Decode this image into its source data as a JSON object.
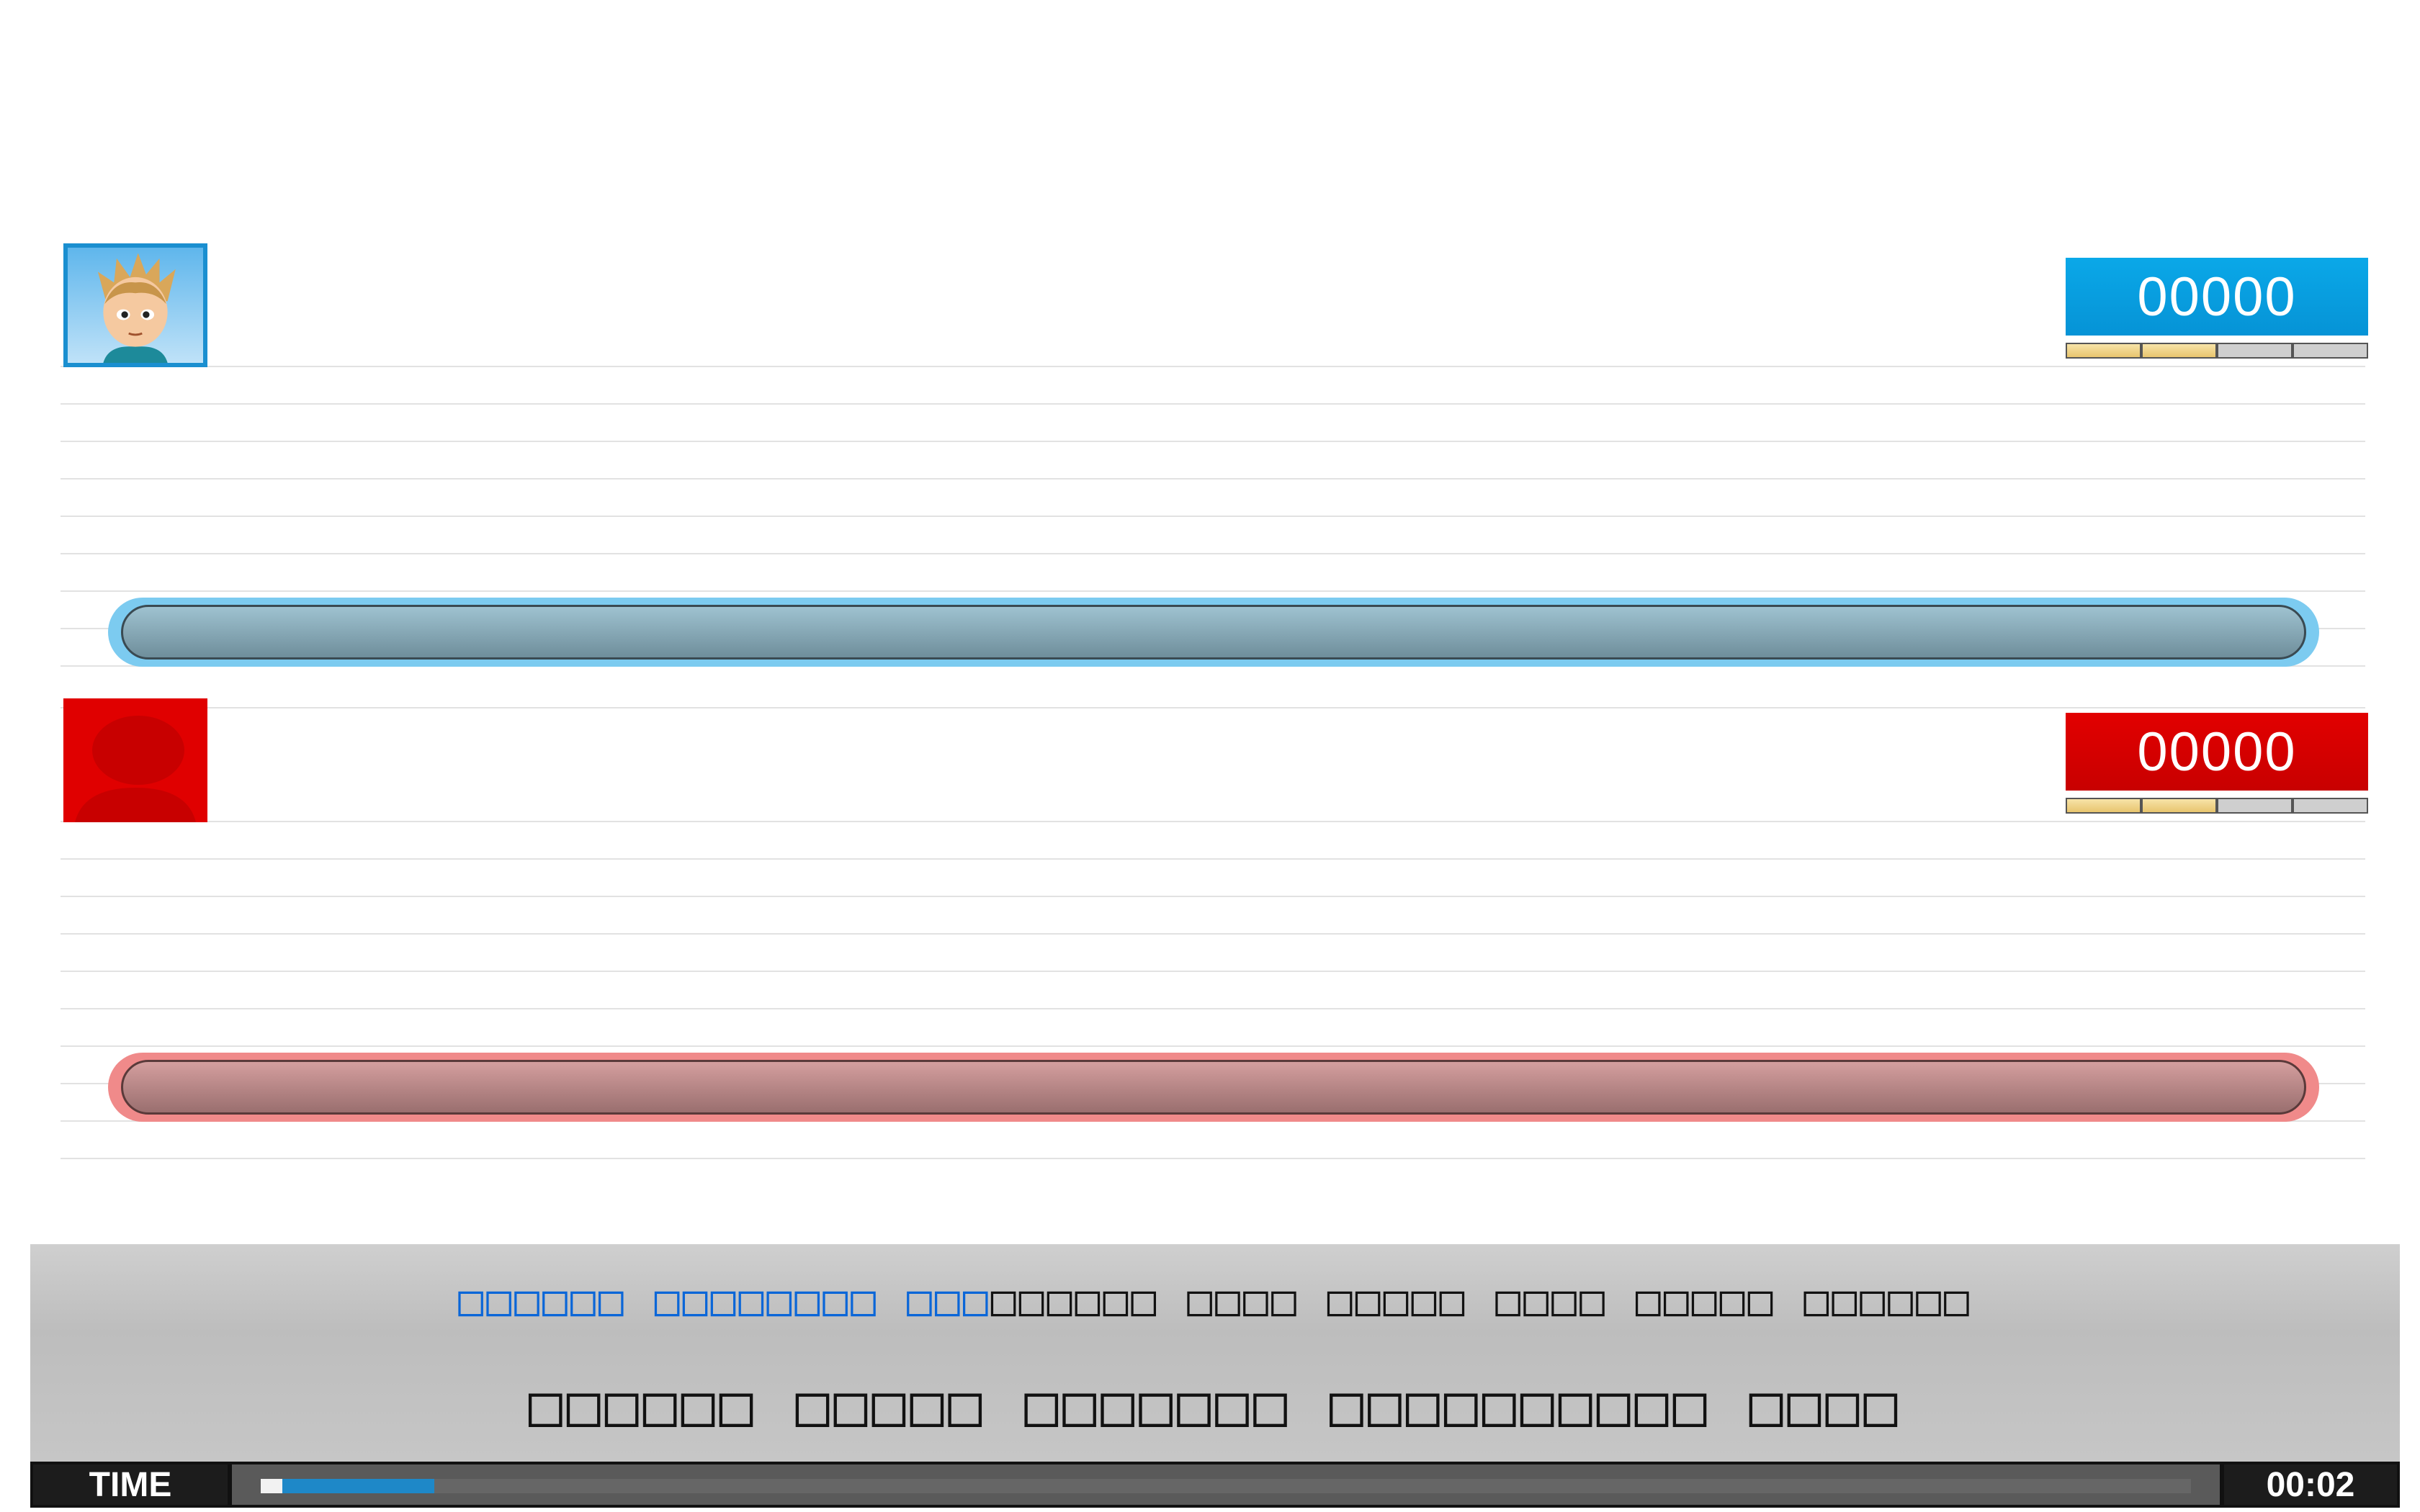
{
  "players": [
    {
      "id": "p1",
      "score": "00000",
      "avatar": "boy-avatar",
      "color": "#0aa8e8",
      "lives_total": 4,
      "lives_on": 2
    },
    {
      "id": "p2",
      "score": "00000",
      "avatar": "silhouette-avatar",
      "color": "#e00000",
      "lives_total": 4,
      "lives_on": 2
    }
  ],
  "prompt": {
    "line1_typed": "□□□□□□ □□□□□□□□ □□□",
    "line1_rest": "□□□□□□ □□□□ □□□□□ □□□□ □□□□□ □□□□□□",
    "line2": "□□□□□□ □□□□□ □□□□□□□ □□□□□□□□□□ □□□□"
  },
  "timer": {
    "label": "TIME",
    "value": "00:02",
    "progress": 0.09
  }
}
